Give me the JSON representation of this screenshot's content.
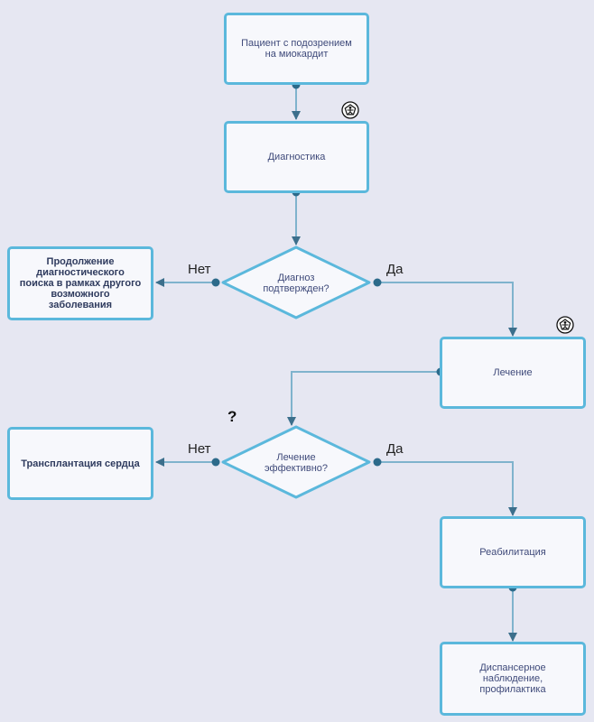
{
  "nodes": {
    "start": "Пациент с подозрением на миокардит",
    "diagnostics": "Диагностика",
    "decision1": "Диагноз подтвержден?",
    "continue_search": "Продолжение диагностического поиска в рамках другого возможного заболевания",
    "treatment": "Лечение",
    "decision2": "Лечение эффективно?",
    "transplant": "Трансплантация сердца",
    "rehabilitation": "Реабилитация",
    "followup": "Диспансерное наблюдение, профилактика"
  },
  "branches": {
    "no_label": "Нет",
    "yes_label": "Да"
  },
  "markers": {
    "question": "?",
    "badge_icon": "person-in-pentagon-icon"
  },
  "colors": {
    "background": "#e6e7f2",
    "node_fill": "#f7f8fc",
    "node_border": "#5bb8dc",
    "connector": "#7fb3cd",
    "connector_dot": "#2c6a8a",
    "node_text": "#3f4a7a"
  }
}
